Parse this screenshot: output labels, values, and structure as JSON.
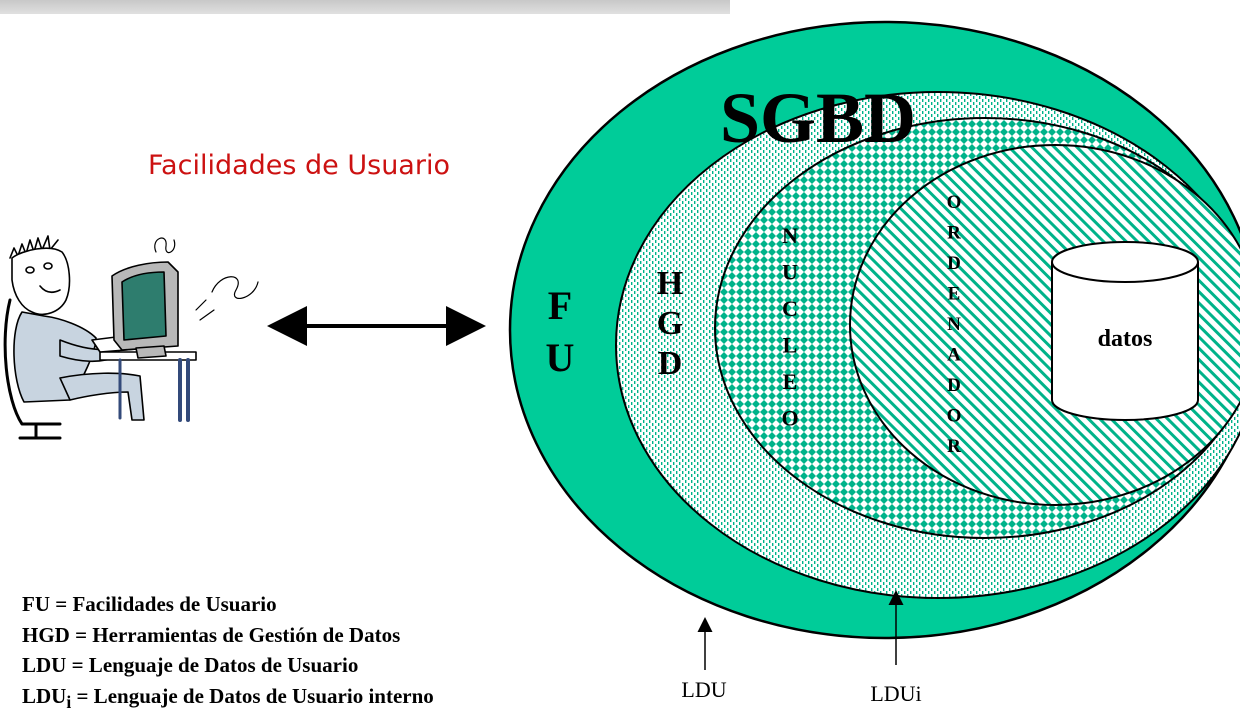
{
  "title": "Facilidades de Usuario",
  "diagram": {
    "sgbd": "SGBD",
    "fu_letters": [
      "F",
      "U"
    ],
    "hgd_letters": [
      "H",
      "G",
      "D"
    ],
    "nucleo_letters": [
      "N",
      "U",
      "C",
      "L",
      "E",
      "O"
    ],
    "ordenador_letters": [
      "O",
      "R",
      "D",
      "E",
      "N",
      "A",
      "D",
      "O",
      "R"
    ],
    "datos": "datos",
    "ldu": "LDU",
    "ldui": "LDUi"
  },
  "legend": [
    {
      "abbr": "FU",
      "sub": "",
      "text": " = Facilidades de Usuario"
    },
    {
      "abbr": "HGD",
      "sub": "",
      "text": " = Herramientas de Gestión de Datos"
    },
    {
      "abbr": "LDU",
      "sub": "",
      "text": " = Lenguaje de Datos de Usuario"
    },
    {
      "abbr": "LDU",
      "sub": "i",
      "text": " = Lenguaje de Datos de Usuario interno"
    }
  ],
  "colors": {
    "fu_green": "#00cc99",
    "pattern_green": "#00b38a",
    "title_red": "#cc1111"
  },
  "icons": [
    "user-at-computer-icon",
    "double-arrow-icon",
    "cylinder-icon"
  ]
}
